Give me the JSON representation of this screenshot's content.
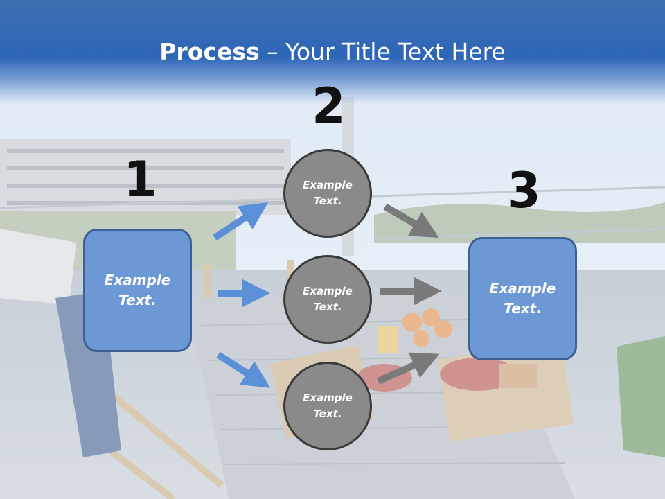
{
  "title": {
    "bold": "Process",
    "rest": " – Your Title Text Here"
  },
  "numbers": [
    "1",
    "2",
    "3"
  ],
  "box1": {
    "line1": "Example",
    "line2": "Text."
  },
  "box3": {
    "line1": "Example",
    "line2": "Text."
  },
  "circles": [
    {
      "line1": "Example",
      "line2": "Text."
    },
    {
      "line1": "Example",
      "line2": "Text."
    },
    {
      "line1": "Example",
      "line2": "Text."
    }
  ],
  "colors": {
    "header": "#2e66b8",
    "box": "#6d98d6",
    "circle": "#8a8a8a",
    "arrow_blue": "#5b8fd8",
    "arrow_gray": "#7a7a7a"
  }
}
